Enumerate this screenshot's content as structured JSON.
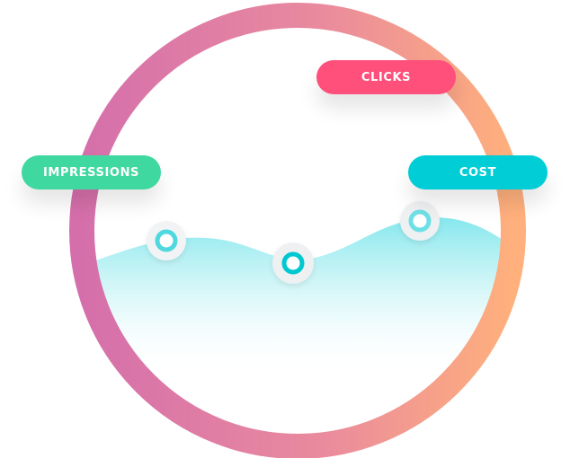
{
  "labels": {
    "clicks": "CLICKS",
    "impressions": "IMPRESSIONS",
    "cost": "COST"
  },
  "colors": {
    "clicks": "#ff4f7b",
    "impressions": "#3fd8a0",
    "cost": "#00cdd6",
    "ring_start": "#d56fab",
    "ring_end": "#ffb07c",
    "wave": "#7ee6ec",
    "marker": "#00c8d0"
  },
  "icons": {
    "markers": [
      "data-point-icon",
      "data-point-icon",
      "data-point-icon"
    ]
  }
}
